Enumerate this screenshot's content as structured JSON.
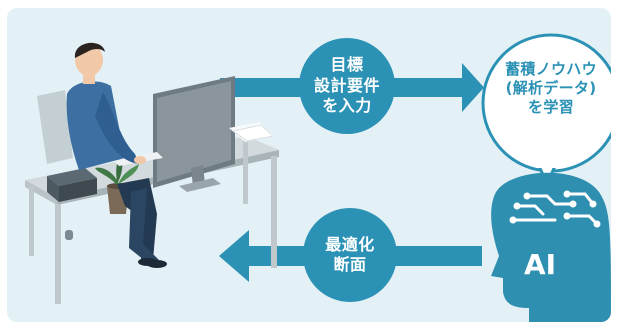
{
  "colors": {
    "panel_bg": "#e3f1f7",
    "accent": "#2c92b5",
    "ai_head": "#2f8fb0",
    "desk": "#c9d0d3",
    "shirt": "#3d6fa3",
    "pants": "#233a52",
    "skin": "#f2c9a8",
    "hair": "#2a2320"
  },
  "flow": {
    "input_circle": {
      "lines": [
        "目標",
        "設計要件",
        "を入力"
      ]
    },
    "knowledge_bubble": {
      "lines": [
        "蓄積ノウハウ",
        "(解析データ)",
        "を学習"
      ]
    },
    "output_circle": {
      "lines": [
        "最適化",
        "断面"
      ]
    },
    "ai_head": {
      "label": "AI",
      "icon": "ai-head-icon"
    }
  },
  "illustration": {
    "icon": "engineer-at-desk-icon"
  }
}
